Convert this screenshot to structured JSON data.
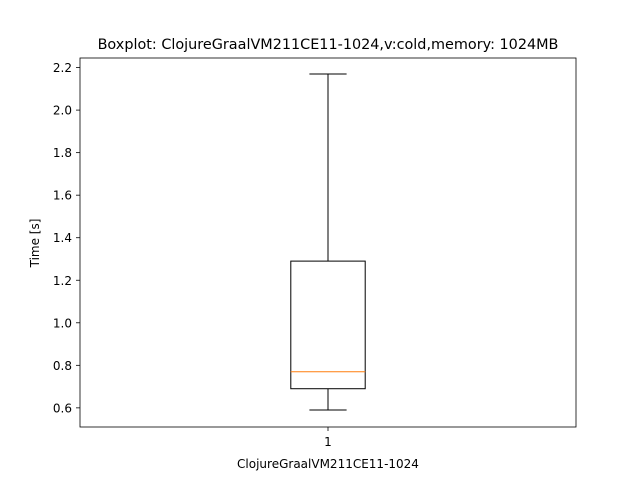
{
  "chart_data": {
    "type": "boxplot",
    "title": "Boxplot: ClojureGraalVM211CE11-1024,v:cold,memory: 1024MB",
    "xlabel": "ClojureGraalVM211CE11-1024",
    "ylabel": "Time [s]",
    "ylim": [
      0.51,
      2.245
    ],
    "yticks": [
      0.6,
      0.8,
      1.0,
      1.2,
      1.4,
      1.6,
      1.8,
      2.0,
      2.2
    ],
    "ytick_labels": [
      "0.6",
      "0.8",
      "1.0",
      "1.2",
      "1.4",
      "1.6",
      "1.8",
      "2.0",
      "2.2"
    ],
    "xticks": [
      1
    ],
    "xtick_labels": [
      "1"
    ],
    "xlim": [
      0.5,
      1.5
    ],
    "grid": false,
    "boxes": [
      {
        "position": 1,
        "whisker_low": 0.59,
        "q1": 0.69,
        "median": 0.77,
        "q3": 1.29,
        "whisker_high": 2.17
      }
    ],
    "colors": {
      "box": "#000000",
      "median": "#ff7f0e",
      "whisker": "#000000"
    }
  }
}
